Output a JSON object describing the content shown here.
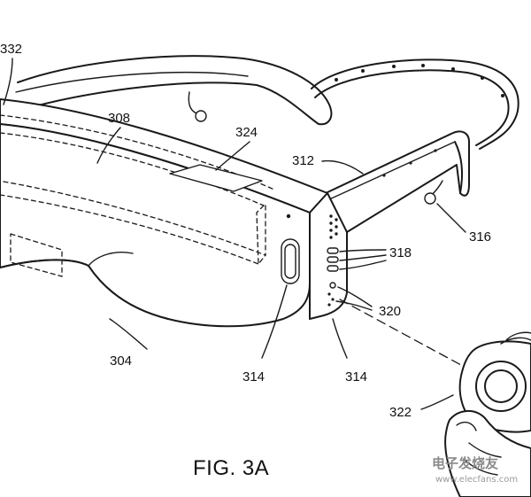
{
  "figure": {
    "caption": "FIG. 3A",
    "reference_numerals": {
      "r332": "332",
      "r308": "308",
      "r324": "324",
      "r312": "312",
      "r316": "316",
      "r318": "318",
      "r320": "320",
      "r304": "304",
      "r314a": "314",
      "r314b": "314",
      "r322": "322"
    }
  },
  "watermark": {
    "text": "电子发烧友",
    "url": "www.elecfans.com"
  }
}
